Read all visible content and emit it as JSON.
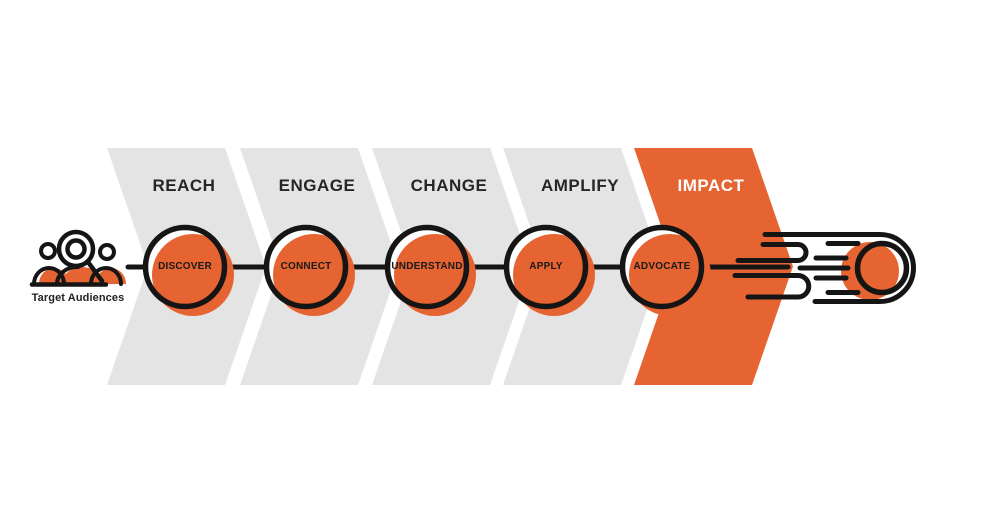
{
  "diagram": {
    "source": {
      "label": "Target Audiences"
    },
    "stages": [
      {
        "chevron_label": "REACH",
        "node_label": "DISCOVER"
      },
      {
        "chevron_label": "ENGAGE",
        "node_label": "CONNECT"
      },
      {
        "chevron_label": "CHANGE",
        "node_label": "UNDERSTAND"
      },
      {
        "chevron_label": "AMPLIFY",
        "node_label": "APPLY"
      },
      {
        "chevron_label": "IMPACT",
        "node_label": "ADVOCATE"
      }
    ],
    "icons": {
      "left": "target-audiences-people-magnifier-icon",
      "right": "speeding-ball-impact-icon"
    }
  },
  "colors": {
    "accent": "#e66432",
    "gray": "#e5e4e4",
    "stroke": "#151515",
    "text_dark": "#262626",
    "bg": "#ffffff"
  }
}
